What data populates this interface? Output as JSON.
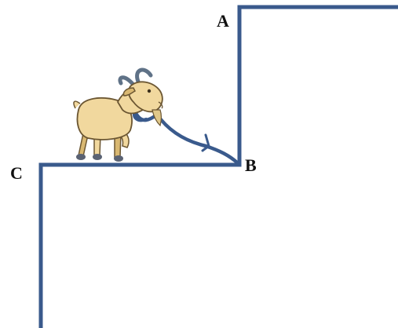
{
  "labels": {
    "a": "A",
    "b": "B",
    "c": "C"
  },
  "colors": {
    "outline": "#3a5a8c",
    "rope": "#3a5a8c",
    "goat_body": "#f1d89e",
    "goat_shade": "#d9b872",
    "goat_outline": "#6b5632",
    "horn": "#5f7287",
    "hoof": "#5a6273",
    "beard": "#e0c88a"
  },
  "icons": {
    "animal": "goat-icon",
    "rope": "rope-icon"
  }
}
